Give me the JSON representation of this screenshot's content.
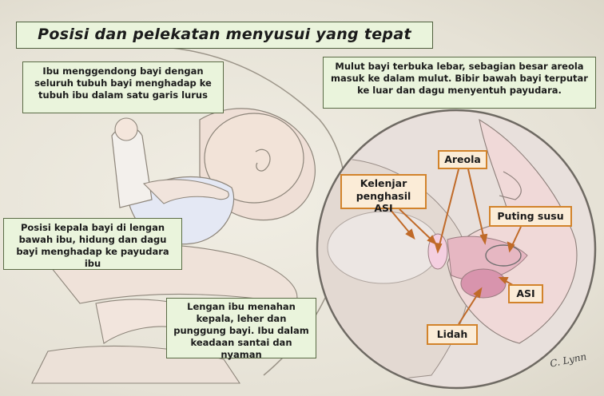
{
  "title": "Posisi dan pelekatan menyusui yang tepat",
  "notes": {
    "body_alignment": "Ibu menggendong bayi dengan seluruh tubuh bayi menghadap ke tubuh ibu dalam satu garis lurus",
    "latch": "Mulut bayi terbuka lebar, sebagian besar areola masuk ke dalam mulut. Bibir bawah bayi terputar ke luar dan dagu menyentuh payudara.",
    "head_position": "Posisi kepala bayi di lengan bawah ibu, hidung dan dagu bayi menghadap ke payudara ibu",
    "arm_support": "Lengan ibu menahan kepala, leher dan punggung bayi. Ibu dalam keadaan santai dan nyaman"
  },
  "labels": {
    "gland": "Kelenjar penghasil ASI",
    "areola": "Areola",
    "nipple": "Puting susu",
    "milk": "ASI",
    "tongue": "Lidah"
  },
  "signature": "C. Lynn",
  "colors": {
    "note_fill": "#eaf4dc",
    "note_border": "#5a6b45",
    "label_fill": "#fbecd7",
    "label_border": "#d2832b",
    "arrow": "#c06a28"
  }
}
